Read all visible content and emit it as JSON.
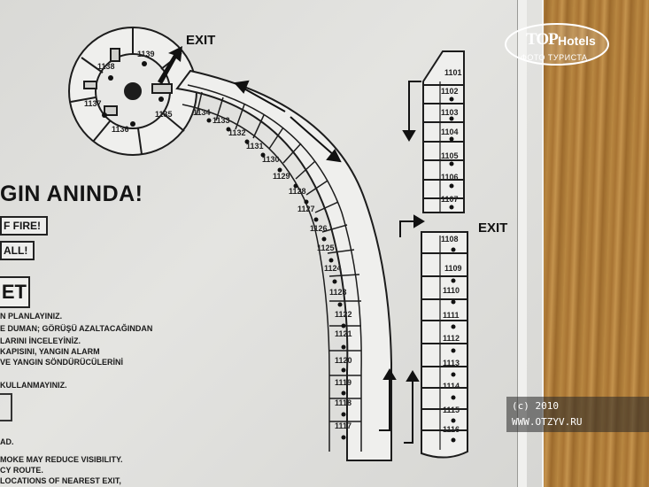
{
  "sign": {
    "exit_labels": [
      "EXIT",
      "EXIT"
    ],
    "title": "GIN ANINDA!",
    "box_fire": "F FIRE!",
    "box_all": "ALL!",
    "box_et": "ET",
    "instructions": [
      "N PLANLAYINIZ.",
      "E DUMAN; GÖRÜŞÜ AZALTACAĞINDAN",
      "LARINI İNCELEYİNİZ.",
      "KAPISINI, YANGIN ALARM",
      "VE YANGIN SÖNDÜRÜCÜLERİNİ",
      "KULLANMAYINIZ.",
      "AD.",
      "MOKE MAY REDUCE VISIBILITY.",
      "CY ROUTE.",
      "LOCATIONS OF NEAREST EXIT,"
    ],
    "rooms_circular": [
      "1136",
      "1137",
      "1138",
      "1139",
      "1135"
    ],
    "rooms_curved": [
      "1134",
      "1133",
      "1132",
      "1131",
      "1130",
      "1129",
      "1128",
      "1127",
      "1126",
      "1125",
      "1124",
      "1123",
      "1122",
      "1121",
      "1120",
      "1119",
      "1118",
      "1117"
    ],
    "rooms_right": [
      "1101",
      "1102",
      "1103",
      "1104",
      "1105",
      "1106",
      "1107",
      "1108",
      "1109",
      "1110",
      "1111",
      "1112",
      "1113",
      "1114",
      "1115",
      "1116"
    ]
  },
  "watermark": {
    "brand_top": "TOP",
    "brand_hotels": "Hotels",
    "brand_sub": "ФОТО ТУРИСТА",
    "copyright": "(c) 2010",
    "site": "WWW.OTZYV.RU"
  },
  "colors": {
    "poster": "#dcdcd9",
    "ink": "#1a1a1a",
    "wood": "#b07a38"
  }
}
